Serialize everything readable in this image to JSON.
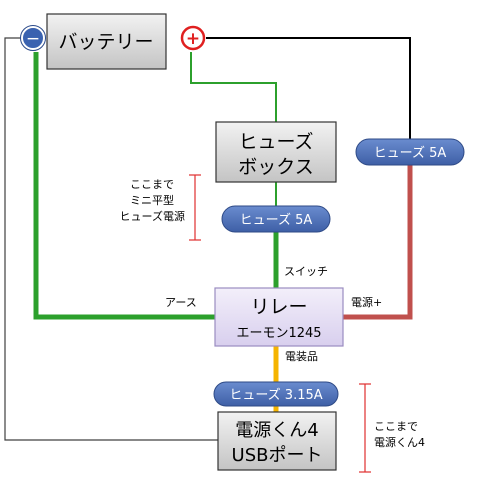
{
  "battery": {
    "label": "バッテリー",
    "minus": "−",
    "plus": "+"
  },
  "fuse_box": {
    "line1": "ヒューズ",
    "line2": "ボックス"
  },
  "relay": {
    "line1": "リレー",
    "line2": "エーモン1245"
  },
  "usb": {
    "line1": "電源くん4",
    "line2": "USBポート"
  },
  "fuses": {
    "top_right": "ヒューズ 5A",
    "middle": "ヒューズ 5A",
    "bottom": "ヒューズ 3.15A"
  },
  "labels": {
    "mini_fuse": [
      "ここまで",
      "ミニ平型",
      "ヒューズ電源"
    ],
    "switch": "スイッチ",
    "earth": "アース",
    "power_plus": "電源+",
    "accessory": "電装品",
    "usb_range": [
      "ここまで",
      "電源くん4"
    ]
  },
  "colors": {
    "green_wire": "#2ca02c",
    "red_wire": "#c0504d",
    "orange_wire": "#f5b400",
    "black_wire": "#000000",
    "gray_wire": "#404040",
    "pill_fill": "#4f71b8",
    "bracket_red": "#e03030",
    "relay_fill": "#e3dcf2",
    "box_gray": "#d8d8d8"
  }
}
